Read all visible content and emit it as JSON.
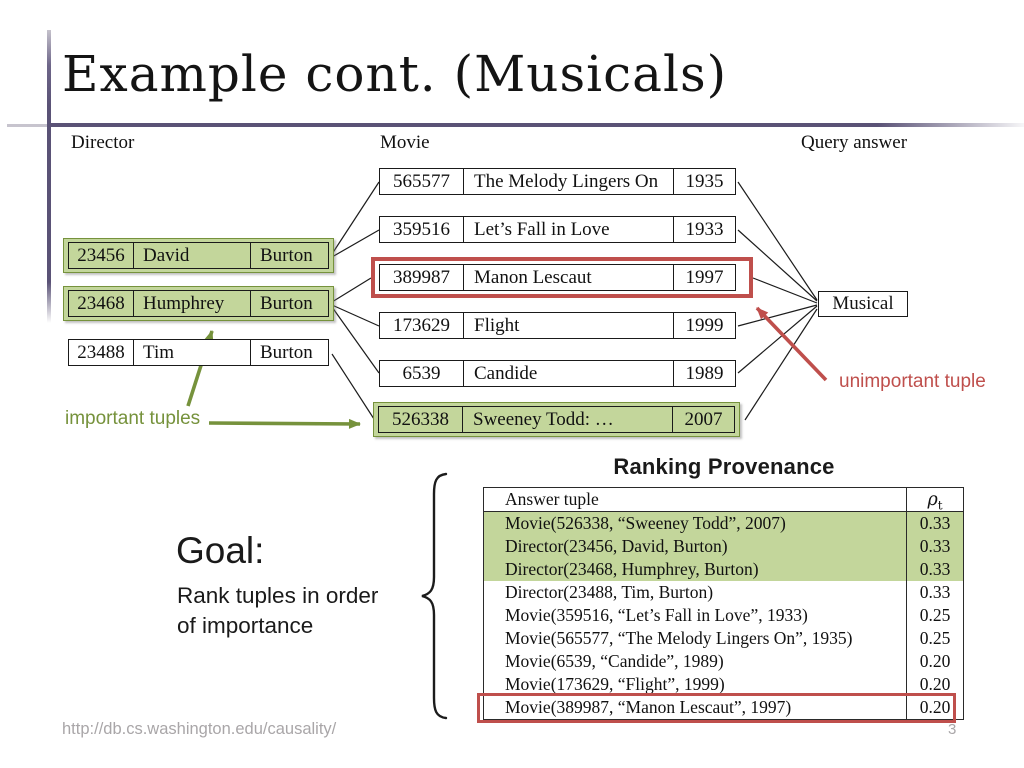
{
  "slide": {
    "title": "Example cont. (Musicals)",
    "footer_url": "http://db.cs.washington.edu/causality/",
    "page_number": "3"
  },
  "labels": {
    "director": "Director",
    "movie": "Movie",
    "query_answer": "Query answer",
    "musical": "Musical",
    "important": "important tuples",
    "unimportant": "unimportant tuple"
  },
  "director_rows": [
    {
      "id": "23456",
      "first": "David",
      "last": "Burton",
      "highlight": "important"
    },
    {
      "id": "23468",
      "first": "Humphrey",
      "last": "Burton",
      "highlight": "important"
    },
    {
      "id": "23488",
      "first": "Tim",
      "last": "Burton",
      "highlight": "none"
    }
  ],
  "movie_rows": [
    {
      "id": "565577",
      "title": "The Melody Lingers On",
      "year": "1935",
      "highlight": "none"
    },
    {
      "id": "359516",
      "title": "Let’s Fall in Love",
      "year": "1933",
      "highlight": "none"
    },
    {
      "id": "389987",
      "title": "Manon Lescaut",
      "year": "1997",
      "highlight": "unimportant"
    },
    {
      "id": "173629",
      "title": "Flight",
      "year": "1999",
      "highlight": "none"
    },
    {
      "id": "6539",
      "title": "Candide",
      "year": "1989",
      "highlight": "none"
    },
    {
      "id": "526338",
      "title": "Sweeney Todd: …",
      "year": "2007",
      "highlight": "important"
    }
  ],
  "goal": {
    "heading": "Goal:",
    "line1": "Rank tuples in order",
    "line2": "of importance"
  },
  "ranking": {
    "heading": "Ranking Provenance",
    "answer_col": "Answer tuple",
    "rho_symbol": "ρ",
    "rho_sub": "t",
    "rows": [
      {
        "tuple": "Movie(526338, “Sweeney Todd”, 2007)",
        "rho": "0.33",
        "highlight": "green"
      },
      {
        "tuple": "Director(23456, David, Burton)",
        "rho": "0.33",
        "highlight": "green"
      },
      {
        "tuple": "Director(23468, Humphrey, Burton)",
        "rho": "0.33",
        "highlight": "green"
      },
      {
        "tuple": "Director(23488, Tim, Burton)",
        "rho": "0.33",
        "highlight": "none"
      },
      {
        "tuple": "Movie(359516, “Let’s Fall in Love”, 1933)",
        "rho": "0.25",
        "highlight": "none"
      },
      {
        "tuple": "Movie(565577, “The Melody Lingers On”, 1935)",
        "rho": "0.25",
        "highlight": "none"
      },
      {
        "tuple": "Movie(6539, “Candide”, 1989)",
        "rho": "0.20",
        "highlight": "none"
      },
      {
        "tuple": "Movie(173629, “Flight”, 1999)",
        "rho": "0.20",
        "highlight": "none"
      },
      {
        "tuple": "Movie(389987, “Manon Lescaut”, 1997)",
        "rho": "0.20",
        "highlight": "red-outline"
      }
    ]
  },
  "colors": {
    "accent_purple": "#5a5276",
    "highlight_green_fill": "#c3d69b",
    "highlight_green_border": "#76923c",
    "important_text_green": "#76923c",
    "unimportant_red": "#bf4f4c",
    "footer_gray": "#a9a6a8"
  }
}
